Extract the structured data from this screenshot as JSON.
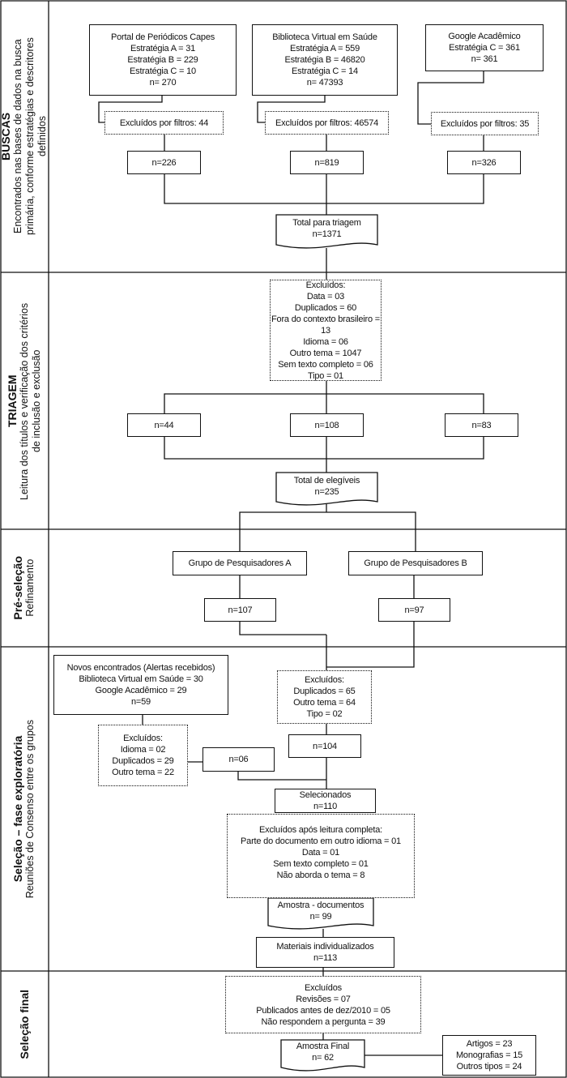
{
  "lanes": [
    {
      "title": "BUSCAS",
      "subtitle": "Encontrados nas bases de dados na busca primária, conforme estratégias e descritores definidos"
    },
    {
      "title": "TRIAGEM",
      "subtitle": "Leitura dos títulos e verificação dos critérios de inclusão e exclusão"
    },
    {
      "title": "Pré-seleção",
      "subtitle": "Refinamento"
    },
    {
      "title": "Seleção – fase exploratória",
      "subtitle": "Reuniões de Consenso entre os grupos"
    },
    {
      "title": "Seleção final",
      "subtitle": ""
    }
  ],
  "buscas": {
    "capes": [
      "Portal de Periódicos Capes",
      "Estratégia A = 31",
      "Estratégia B = 229",
      "Estratégia C = 10",
      "n= 270"
    ],
    "bvs": [
      "Biblioteca Virtual em Saúde",
      "Estratégia A = 559",
      "Estratégia B = 46820",
      "Estratégia C = 14",
      "n= 47393"
    ],
    "google": [
      "Google Acadêmico",
      "Estratégia C = 361",
      "n= 361"
    ],
    "excl_capes": "Excluídos por filtros: 44",
    "excl_bvs": "Excluídos por filtros: 46574",
    "excl_google": "Excluídos por filtros: 35",
    "n_capes": "n=226",
    "n_bvs": "n=819",
    "n_google": "n=326",
    "total": [
      "Total para triagem",
      "n=1371"
    ]
  },
  "triagem": {
    "excluidos": [
      "Excluídos:",
      "Data = 03",
      "Duplicados = 60",
      "Fora do contexto brasileiro = 13",
      "Idioma = 06",
      "Outro tema = 1047",
      "Sem texto completo = 06",
      "Tipo = 01"
    ],
    "n_left": "n=44",
    "n_mid": "n=108",
    "n_right": "n=83",
    "total": [
      "Total de elegíveis",
      "n=235"
    ]
  },
  "preselecao": {
    "grupo_a": "Grupo de Pesquisadores A",
    "grupo_b": "Grupo de Pesquisadores B",
    "n_a": "n=107",
    "n_b": "n=97"
  },
  "exploratoria": {
    "novos": [
      "Novos encontrados (Alertas recebidos)",
      "Biblioteca Virtual em Saúde = 30",
      "Google Acadêmico  = 29",
      "n=59"
    ],
    "excl_novos": [
      "Excluídos:",
      "Idioma = 02",
      "Duplicados = 29",
      "Outro tema = 22"
    ],
    "n_novos": "n=06",
    "excl_grupos": [
      "Excluídos:",
      "Duplicados = 65",
      "Outro tema = 64",
      "Tipo = 02"
    ],
    "n_grupos": "n=104",
    "selecionados": [
      "Selecionados",
      "n=110"
    ],
    "excl_leitura": [
      "Excluídos após leitura completa:",
      "Parte do documento em outro idioma = 01",
      "Data = 01",
      "Sem texto completo = 01",
      "Não aborda o tema = 8"
    ],
    "amostra": [
      "Amostra - documentos",
      "n= 99"
    ],
    "materiais": [
      "Materiais individualizados",
      "n=113"
    ]
  },
  "final": {
    "excluidos": [
      "Excluídos",
      "Revisões = 07",
      "Publicados antes de dez/2010 = 05",
      "Não respondem a pergunta = 39"
    ],
    "amostra": [
      "Amostra Final",
      "n= 62"
    ],
    "tipos": [
      "Artigos = 23",
      "Monografias = 15",
      "Outros tipos = 24"
    ]
  }
}
